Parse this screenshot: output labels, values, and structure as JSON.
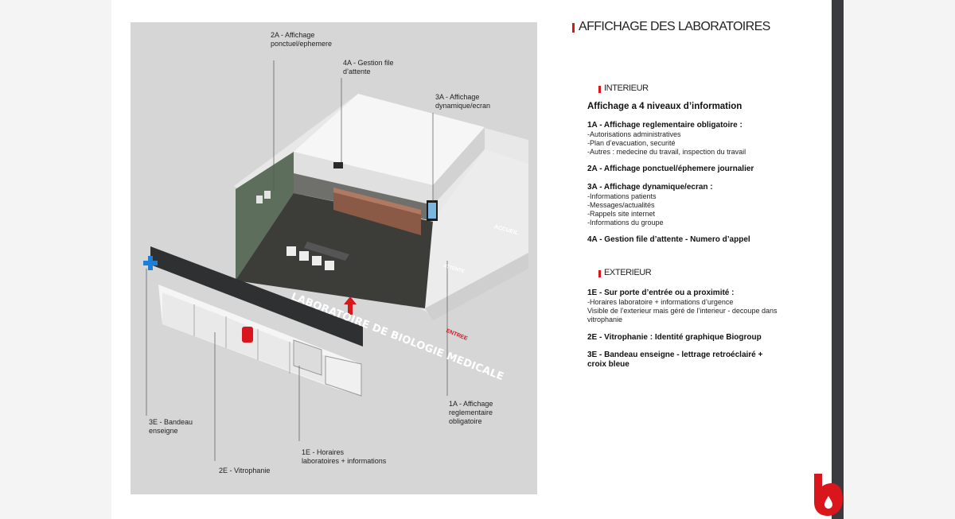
{
  "title": "AFFICHAGE DES LABORATOIRES",
  "illustration": {
    "sign": "LABORATOIRE DE BIOLOGIE MEDICALE",
    "desk": "ACCUEIL",
    "waiting": "ATTENTE",
    "entry": "ENTREE",
    "callouts": {
      "c2a": "2A - Affichage\nponctuel/ephemere",
      "c4a": "4A - Gestion file\nd’attente",
      "c3a": "3A - Affichage\ndynamique/ecran",
      "c1a": "1A - Affichage\nreglementaire\nobligatoire",
      "c3e": "3E - Bandeau\nenseigne",
      "c2e": "2E - Vitrophanie",
      "c1e": "1E - Horaires\nlaboratoires + informations"
    }
  },
  "interior": {
    "heading": "INTERIEUR",
    "lead": "Affichage a 4 niveaux d’information",
    "items": [
      {
        "title": "1A - Affichage reglementaire obligatoire :",
        "lines": [
          "-Autorisations administratives",
          "-Plan d’evacuation, securité",
          "-Autres : medecine du travail, inspection du travail"
        ]
      },
      {
        "title": "2A - Affichage ponctuel/éphemere journalier",
        "lines": []
      },
      {
        "title": "3A - Affichage dynamique/ecran :",
        "lines": [
          "-Informations patients",
          "-Messages/actualités",
          "-Rappels site internet",
          "-Informations du groupe"
        ]
      },
      {
        "title": "4A - Gestion file d’attente - Numero d’appel",
        "lines": []
      }
    ]
  },
  "exterior": {
    "heading": "EXTERIEUR",
    "items": [
      {
        "title": "1E - Sur porte d’entrée ou a proximité :",
        "lines": [
          "-Horaires laboratoire + informations d’urgence",
          "Visible de l’exterieur mais géré de l’interieur - decoupe dans",
          "vitrophanie"
        ]
      },
      {
        "title": "2E - Vitrophanie : Identité graphique Biogroup",
        "lines": []
      },
      {
        "title": "3E - Bandeau enseigne - lettrage retroéclairé +",
        "lines": [
          "croix bleue"
        ]
      }
    ]
  },
  "colors": {
    "accent": "#d8161b",
    "cross": "#1e7fd6",
    "wall": "#5d6e5c",
    "floor": "#3c3c38",
    "sidebar": "#3a3b3e"
  }
}
